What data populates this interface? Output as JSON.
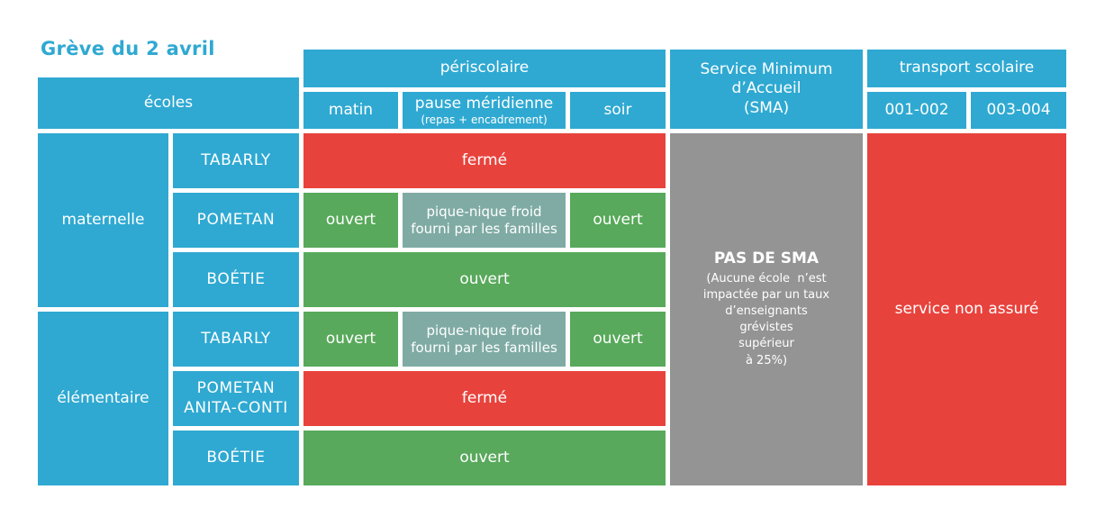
{
  "title": "Grève du 2 avril",
  "colors": {
    "blue": "#2fa9d2",
    "red": "#e8423c",
    "green": "#58a95b",
    "teal_picnic": "#7faba4",
    "gray": "#949494",
    "text_on_fill": "#ffffff",
    "background": "#ffffff"
  },
  "table": {
    "header": {
      "ecoles": "écoles",
      "periscolaire": "périscolaire",
      "matin": "matin",
      "pause_meridienne": "pause méridienne",
      "pause_meridienne_sub": "(repas + encadrement)",
      "soir": "soir",
      "sma": "Service Minimum\nd’Accueil\n(SMA)",
      "transport": "transport scolaire",
      "bus_1": "001-002",
      "bus_2": "003-004"
    },
    "body": {
      "groups": [
        {
          "label": "maternelle",
          "rows": [
            {
              "school": "TABARLY",
              "cells": [
                {
                  "text": "fermé",
                  "status": "closed",
                  "span": 3
                }
              ]
            },
            {
              "school": "POMETAN",
              "cells": [
                {
                  "text": "ouvert",
                  "status": "open"
                },
                {
                  "text": "pique-nique froid\nfourni par les familles",
                  "status": "picnic"
                },
                {
                  "text": "ouvert",
                  "status": "open"
                }
              ]
            },
            {
              "school": "BOÉTIE",
              "cells": [
                {
                  "text": "ouvert",
                  "status": "open",
                  "span": 3
                }
              ]
            }
          ]
        },
        {
          "label": "élémentaire",
          "rows": [
            {
              "school": "TABARLY",
              "cells": [
                {
                  "text": "ouvert",
                  "status": "open"
                },
                {
                  "text": "pique-nique froid\nfourni par les familles",
                  "status": "picnic"
                },
                {
                  "text": "ouvert",
                  "status": "open"
                }
              ]
            },
            {
              "school": "POMETAN\nANITA-CONTI",
              "cells": [
                {
                  "text": "fermé",
                  "status": "closed",
                  "span": 3
                }
              ]
            },
            {
              "school": "BOÉTIE",
              "cells": [
                {
                  "text": "ouvert",
                  "status": "open",
                  "span": 3
                }
              ]
            }
          ]
        }
      ],
      "sma": {
        "title": "PAS DE SMA",
        "note": "(Aucune école  n’est\nimpactée par un taux\nd’enseignants\ngrévistes\nsupérieur\nà 25%)"
      },
      "transport": {
        "text": "service non assuré"
      }
    }
  },
  "chart_data": {
    "type": "table",
    "title": "Grève du 2 avril",
    "columns": [
      "écoles",
      "école",
      "périscolaire matin",
      "périscolaire pause méridienne (repas + encadrement)",
      "périscolaire soir",
      "Service Minimum d’Accueil (SMA)",
      "transport scolaire 001-002",
      "transport scolaire 003-004"
    ],
    "rows": [
      [
        "maternelle",
        "TABARLY",
        "fermé",
        "fermé",
        "fermé",
        "PAS DE SMA (Aucune école n’est impactée par un taux d’enseignants grévistes supérieur à 25%)",
        "service non assuré",
        "service non assuré"
      ],
      [
        "maternelle",
        "POMETAN",
        "ouvert",
        "pique-nique froid fourni par les familles",
        "ouvert",
        "PAS DE SMA (Aucune école n’est impactée par un taux d’enseignants grévistes supérieur à 25%)",
        "service non assuré",
        "service non assuré"
      ],
      [
        "maternelle",
        "BOÉTIE",
        "ouvert",
        "ouvert",
        "ouvert",
        "PAS DE SMA (Aucune école n’est impactée par un taux d’enseignants grévistes supérieur à 25%)",
        "service non assuré",
        "service non assuré"
      ],
      [
        "élémentaire",
        "TABARLY",
        "ouvert",
        "pique-nique froid fourni par les familles",
        "ouvert",
        "PAS DE SMA (Aucune école n’est impactée par un taux d’enseignants grévistes supérieur à 25%)",
        "service non assuré",
        "service non assuré"
      ],
      [
        "élémentaire",
        "POMETAN ANITA-CONTI",
        "fermé",
        "fermé",
        "fermé",
        "PAS DE SMA (Aucune école n’est impactée par un taux d’enseignants grévistes supérieur à 25%)",
        "service non assuré",
        "service non assuré"
      ],
      [
        "élémentaire",
        "BOÉTIE",
        "ouvert",
        "ouvert",
        "ouvert",
        "PAS DE SMA (Aucune école n’est impactée par un taux d’enseignants grévistes supérieur à 25%)",
        "service non assuré",
        "service non assuré"
      ]
    ]
  }
}
